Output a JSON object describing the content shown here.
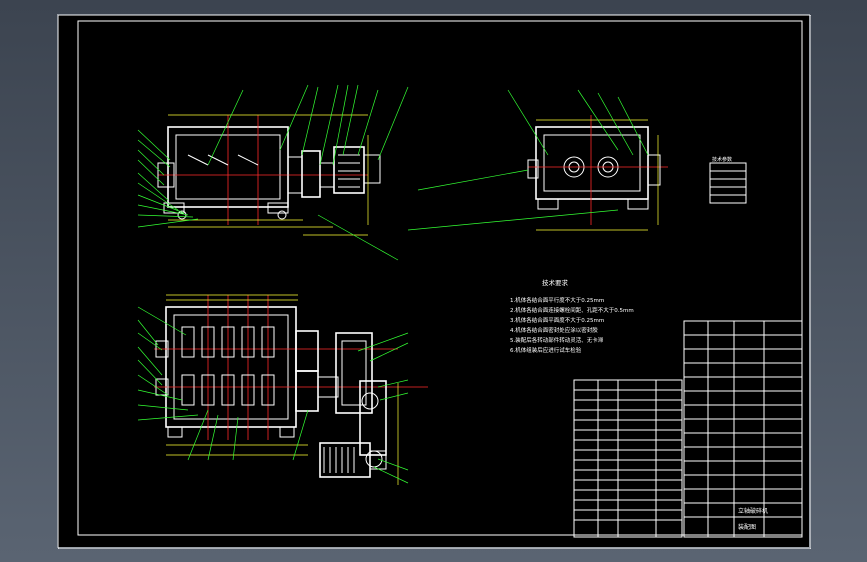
{
  "drawing": {
    "notes_heading": "技术要求",
    "notes": [
      "1.机体各结合面平行度不大于0.25mm",
      "2.机体各结合面连接螺栓间距、孔距不大于0.5mm",
      "3.机体各结合面平面度不大于0.25mm",
      "4.机体各结合面密封处应涂以密封胶",
      "5.装配后各转动部件转动灵活、无卡滞",
      "6.机体组装后应进行试车检验"
    ],
    "parameters_heading": "技术参数",
    "title_block_name": "立轴破碎机",
    "title_block_dwg": "装配图",
    "colors": {
      "background": "#000000",
      "outline": "#ffffff",
      "centerline": "#ff2a2a",
      "leader": "#33ff33",
      "dimension": "#ffff33"
    }
  }
}
